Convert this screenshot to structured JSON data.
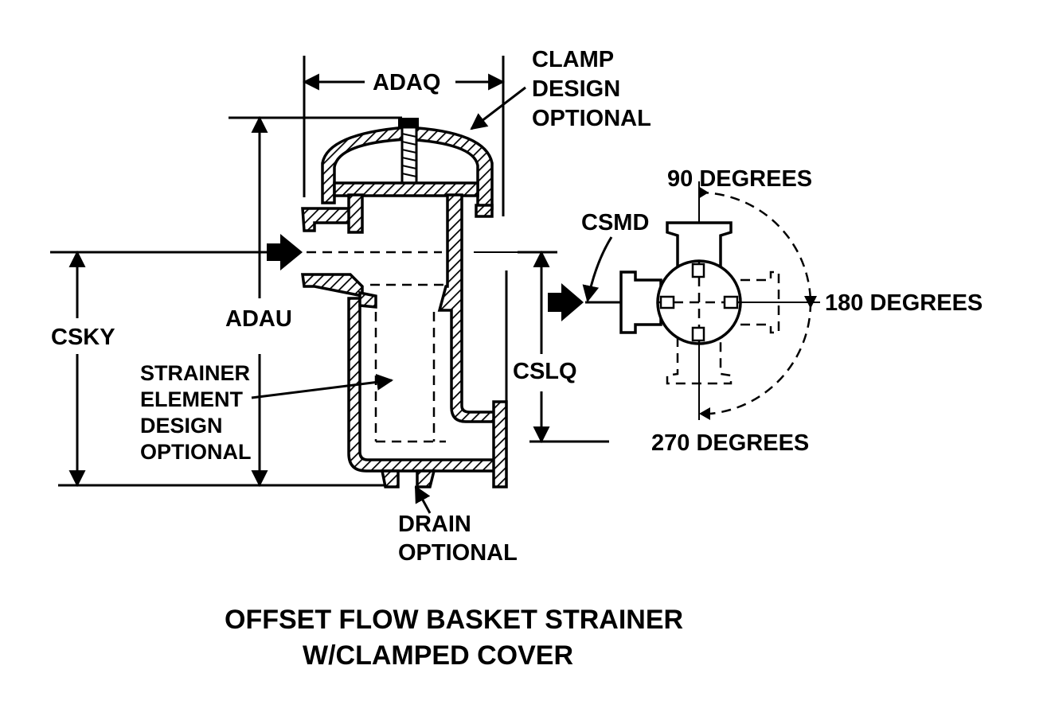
{
  "labels": {
    "adaq": "ADAQ",
    "adau": "ADAU",
    "csky": "CSKY",
    "cslq": "CSLQ",
    "csmd": "CSMD",
    "clamp": [
      "CLAMP",
      "DESIGN",
      "OPTIONAL"
    ],
    "strainer": [
      "STRAINER",
      "ELEMENT",
      "DESIGN",
      "OPTIONAL"
    ],
    "drain": [
      "DRAIN",
      "OPTIONAL"
    ],
    "deg90": "90 DEGREES",
    "deg180": "180 DEGREES",
    "deg270": "270 DEGREES"
  },
  "title": {
    "line1": "OFFSET FLOW BASKET STRAINER",
    "line2": "W/CLAMPED COVER"
  },
  "colors": {
    "ink": "#000000",
    "paper": "#ffffff"
  }
}
